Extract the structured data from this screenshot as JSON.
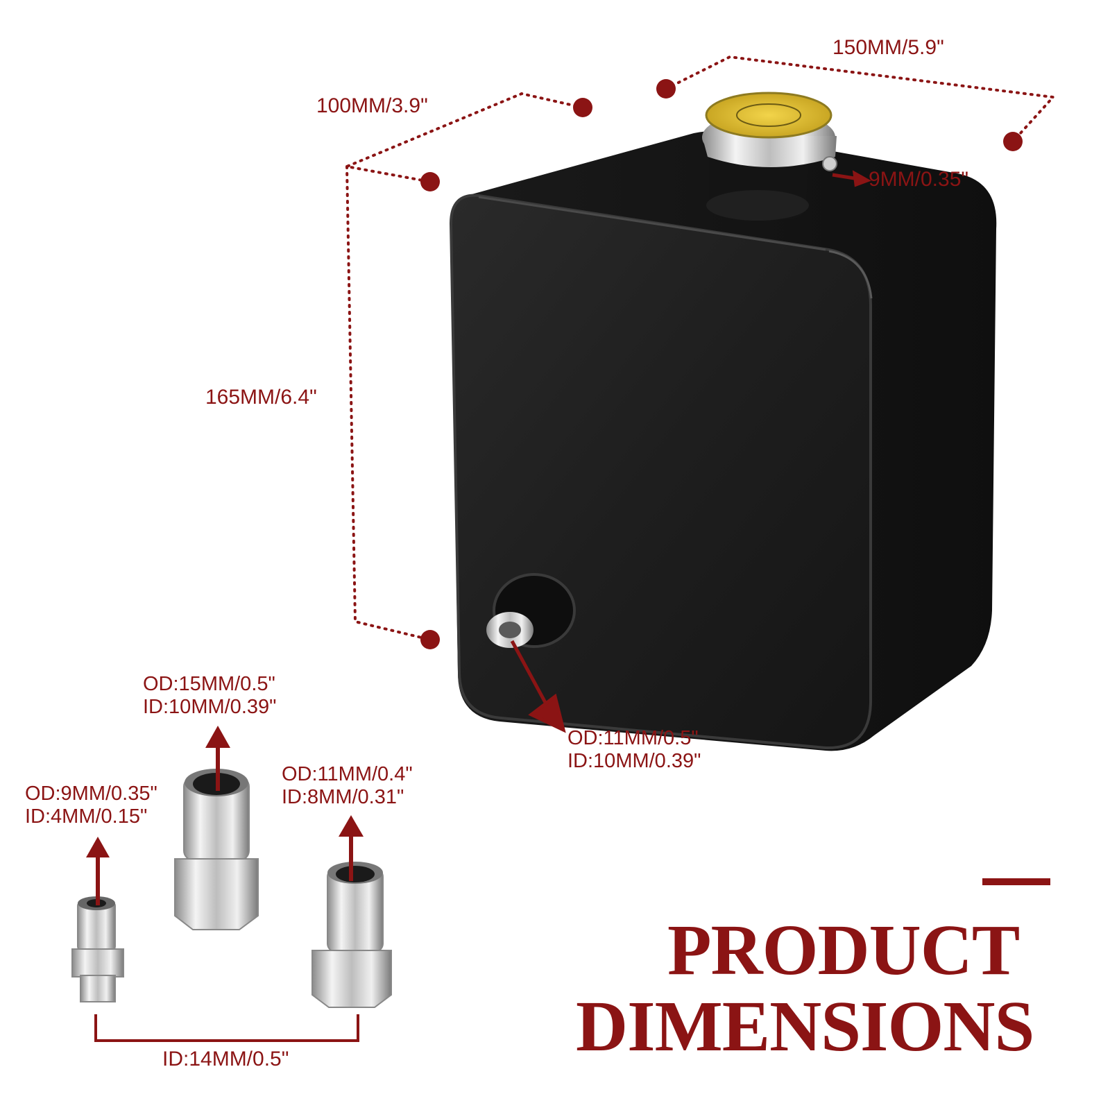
{
  "dimensions": {
    "length": "150MM/5.9\"",
    "width": "100MM/3.9\"",
    "height": "165MM/6.4\"",
    "overflow_port": "9MM/0.35\"",
    "outlet_od": "OD:11MM/0.5\"",
    "outlet_id": "ID:10MM/0.39\""
  },
  "fittings": [
    {
      "od": "OD:9MM/0.35\"",
      "id": "ID:4MM/0.15\""
    },
    {
      "od": "OD:15MM/0.5\"",
      "id": "ID:10MM/0.39\""
    },
    {
      "od": "OD:11MM/0.4\"",
      "id": "ID:8MM/0.31\""
    }
  ],
  "fitting_thread": "ID:14MM/0.5\"",
  "heading": {
    "line1": "PRODUCT",
    "line2": "DIMENSIONS"
  },
  "colors": {
    "accent": "#8b1414",
    "tank": "#1c1c1c",
    "background": "#ffffff"
  },
  "icons": [
    "radiator-cap-icon",
    "fitting-icon"
  ]
}
